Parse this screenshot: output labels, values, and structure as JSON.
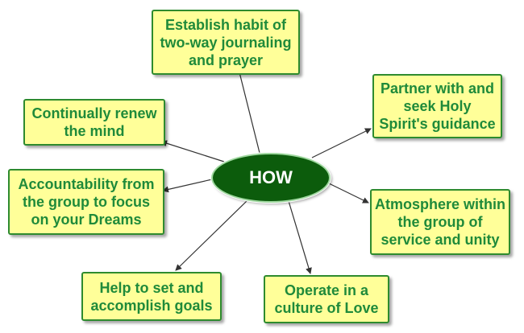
{
  "diagram": {
    "center": {
      "label": "HOW"
    },
    "nodes": [
      {
        "id": "journaling",
        "label": "Establish habit of two-way journaling and prayer"
      },
      {
        "id": "holy-spirit",
        "label": "Partner with and seek Holy Spirit's guidance"
      },
      {
        "id": "renew-mind",
        "label": "Continually renew the mind"
      },
      {
        "id": "accountability",
        "label": "Accountability from the group to focus on your Dreams"
      },
      {
        "id": "atmosphere",
        "label": "Atmosphere within the group of service and unity"
      },
      {
        "id": "goals",
        "label": "Help to set and accomplish goals"
      },
      {
        "id": "love",
        "label": "Operate in a culture of Love"
      }
    ],
    "colors": {
      "box_fill": "#ffff99",
      "box_border": "#2e8b2e",
      "text": "#1f8a3a",
      "center_fill": "#0c5c0c",
      "center_text": "#ffffff",
      "connector": "#333333"
    }
  }
}
